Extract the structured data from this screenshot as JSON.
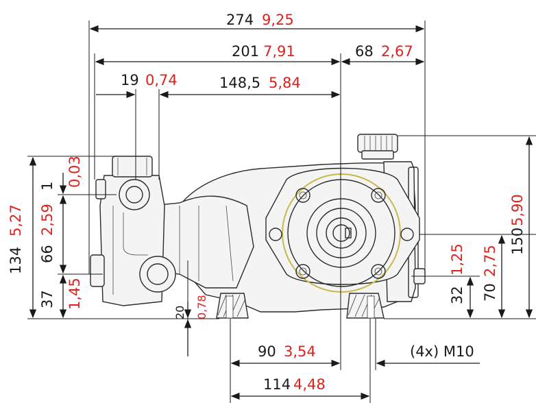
{
  "dimensions": {
    "overall_length": {
      "mm": "274",
      "in": "9,25"
    },
    "body_length": {
      "mm": "201",
      "in": "7,91"
    },
    "rear_offset": {
      "mm": "68",
      "in": "2,67"
    },
    "inlet_offset": {
      "mm": "19",
      "in": "0,74"
    },
    "head_to_axis": {
      "mm": "148,5",
      "in": "5,84"
    },
    "top_to_outlet": {
      "mm": "134",
      "in": "5,27"
    },
    "outlet_top": {
      "mm": "1",
      "in": "0,03"
    },
    "outlet_to_inlet": {
      "mm": "66",
      "in": "2,59"
    },
    "inlet_height": {
      "mm": "37",
      "in": "1,45"
    },
    "foot_depth": {
      "mm": "20",
      "in": "0,78"
    },
    "total_height": {
      "mm": "150",
      "in": "5,90"
    },
    "shaft_height": {
      "mm": "70",
      "in": "2,75"
    },
    "drain_height": {
      "mm": "32",
      "in": "1,25"
    },
    "foot_to_axis": {
      "mm": "90",
      "in": "3,54"
    },
    "foot_spacing": {
      "mm": "114",
      "in": "4,48"
    },
    "mount_bolts": {
      "label": "(4x) M10"
    }
  },
  "colors": {
    "metric": "#1a1a1a",
    "imperial": "#e0201a"
  }
}
